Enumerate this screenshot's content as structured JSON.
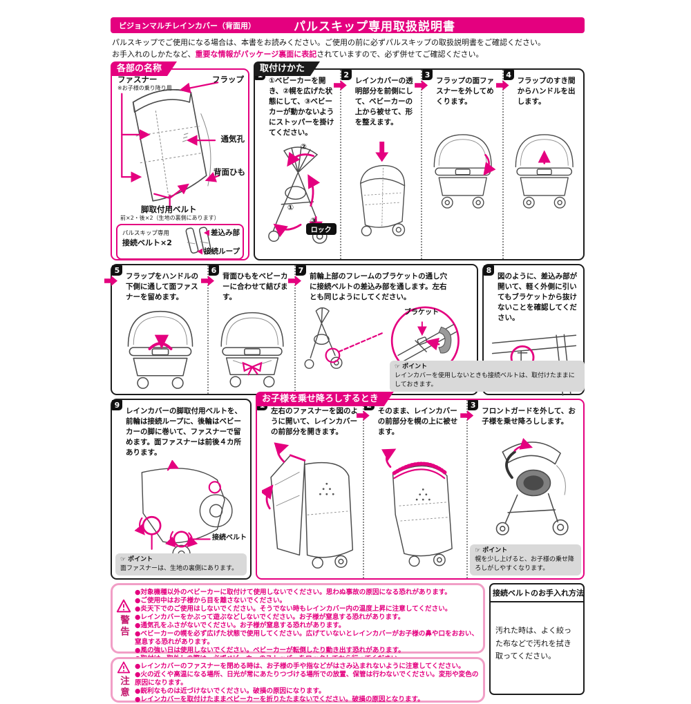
{
  "colors": {
    "brand_pink": "#e4007f",
    "alert_border_pink": "#f19ec6",
    "note_gray": "#d9d9d9",
    "ink": "#1c1c1c"
  },
  "header": {
    "product": "ピジョンマルチレインカバー（背面用）",
    "title": "パルスキップ専用取扱説明書"
  },
  "intro": {
    "line1": "パルスキップでご使用になる場合は、本書をお読みください。ご使用の前に必ずパルスキップの取扱説明書をご確認ください。",
    "line2_pre": "お手入れのしかたなど、",
    "line2_highlight": "重要な情報がパッケージ裏面に表記",
    "line2_post": "されていますので、必ず併せてご確認ください。"
  },
  "parts": {
    "title": "各部の名称",
    "fastener": "ファスナー",
    "fastener_note": "※お子様の乗り降り用",
    "flap": "フラップ",
    "vent": "通気孔",
    "back_strap": "背面ひも",
    "leg_belt": "脚取付用ベルト",
    "leg_belt_note": "前×2・後×2（生地の裏側にあります）",
    "belt_box_line1": "パルスキップ専用",
    "belt_box_line2": "接続ベルト×2",
    "insert": "差込み部",
    "loop": "接続ループ"
  },
  "attach": {
    "title": "取付けかた",
    "steps": [
      {
        "num": "1",
        "text": "①ベビーカーを開き、②幌を広げた状態にして、③ベビーカーが動かないようにストッパーを掛けてください。",
        "c1": "②",
        "c2": "①",
        "c3": "③",
        "lock": "ロック"
      },
      {
        "num": "2",
        "text": "レインカバーの透明部分を前側にして、ベビーカーの上から被せて、形を整えます。"
      },
      {
        "num": "3",
        "text": "フラップの面ファスナーを外してめくります。"
      },
      {
        "num": "4",
        "text": "フラップのすき間からハンドルを出します。"
      },
      {
        "num": "5",
        "text": "フラップをハンドルの下側に通して面ファスナーを留めます。"
      },
      {
        "num": "6",
        "text": "背面ひもをベビーカーに合わせて結びます。"
      },
      {
        "num": "7",
        "text": "前輪上部のフレームのブラケットの通し穴に接続ベルトの差込み部を通します。左右とも同じようにしてください。",
        "bracket": "ブラケット",
        "point_title": "ポイント",
        "point_text": "レインカバーを使用しないときも接続ベルトは、取付けたままにしておきます。"
      },
      {
        "num": "8",
        "text": "図のように、差込み部が開いて、軽く外側に引いてもブラケットから抜けないことを確認してください。"
      },
      {
        "num": "9",
        "text": "レインカバーの脚取付用ベルトを、前輪は接続ループに、後輪はベビーカーの脚に巻いて、ファスナーで留めます。面ファスナーは前後４カ所あります。",
        "belt_label_1": "接続ベルト",
        "belt_label_2": "接続ベルト",
        "point_title": "ポイント",
        "point_text": "面ファスナーは、生地の裏側にあります。"
      }
    ]
  },
  "boarding": {
    "title": "お子様を乗せ降ろしするとき",
    "steps": [
      {
        "num": "1",
        "text": "左右のファスナーを図のように開いて、レインカバーの前部分を開きます。"
      },
      {
        "num": "2",
        "text": "そのまま、レインカバーの前部分を幌の上に被せます。"
      },
      {
        "num": "3",
        "text": "フロントガードを外して、お子様を乗せ降ろしします。",
        "point_title": "ポイント",
        "point_text": "幌を少し上げると、お子様の乗せ降ろしがしやすくなります。"
      }
    ]
  },
  "warning": {
    "label": "警告",
    "items": [
      "●対象機種以外のベビーカーに取付けて使用しないでください。思わぬ事故の原因になる恐れがあります。",
      "●ご使用中はお子様から目を離さないでください。",
      "●炎天下でのご使用はしないでください。そうでない時もレインカバー内の温度上昇に注意してください。",
      "●レインカバーをかぶって遊ぶなどしないでください。お子様が窒息する恐れがあります。",
      "●通気孔をふさがないでください。お子様が窒息する恐れがあります。",
      "●ベビーカーの幌を必ず広げた状態で使用してください。広げていないとレインカバーがお子様の鼻や口をおおい、窒息する恐れがあります。",
      "●風の強い日は使用しないでください。ベビーカーが転倒したり動き出す恐れがあります。",
      "●取付け、取外しの際は、必ずベビーカーのストッパーをロックしてから行ってください。"
    ]
  },
  "caution": {
    "label": "注意",
    "items": [
      "●レインカバーのファスナーを閉める時は、お子様の手や指などがはさみ込まれないように注意してください。",
      "●火の近くや高温になる場所、日光が常にあたりつづける場所での放置、保管は行わないでください。変形や変色の原因になります。",
      "●鋭利なものは近づけないでください。破損の原因になります。",
      "●レインカバーを取付けたままベビーカーを折りたたまないでください。破損の原因となります。"
    ]
  },
  "care": {
    "title": "接続ベルトのお手入れ方法",
    "text": "汚れた時は、よく絞った布などで汚れを拭き取ってください。"
  },
  "point_icon": "☞"
}
